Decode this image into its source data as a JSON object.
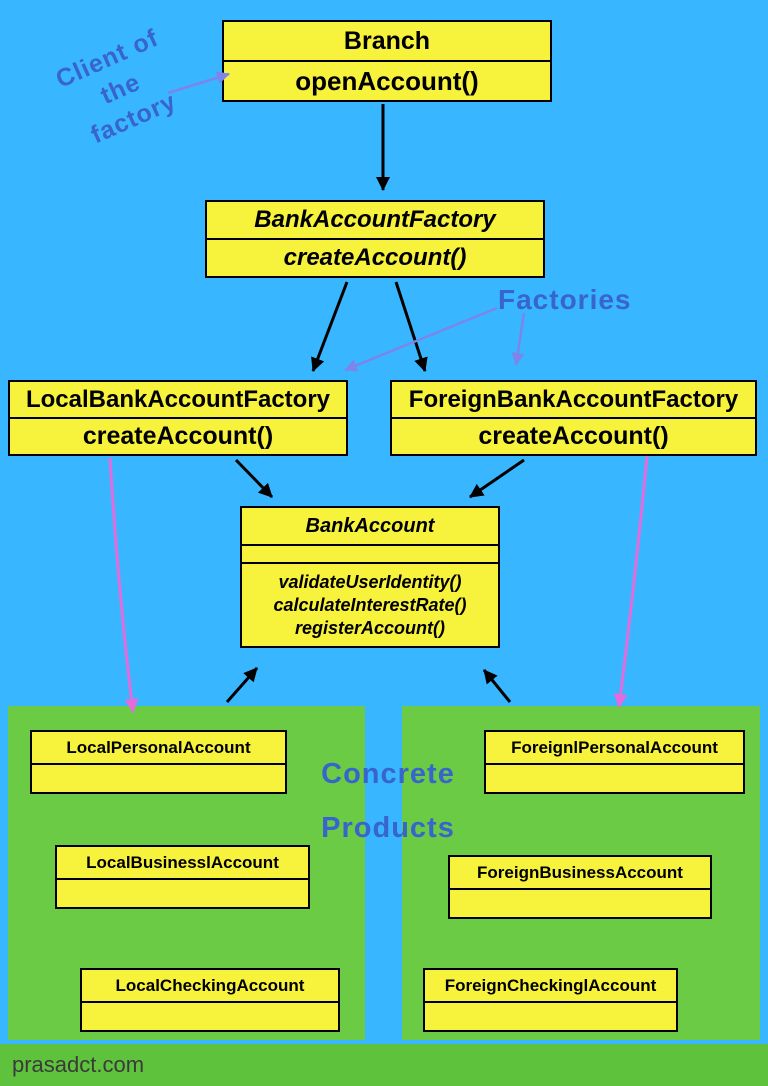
{
  "colors": {
    "background": "#38B6FF",
    "box_yellow": "#F7F23C",
    "panel_green": "#6BCB45",
    "footer_green": "#5EC23C",
    "arrow_black": "#000000",
    "arrow_pink": "#E36BDC",
    "arrow_purple": "#7C85E9",
    "annotation_blue": "#3865CB"
  },
  "annotations": {
    "client_lines": [
      "Client of",
      "the",
      "factory"
    ],
    "factories": "Factories",
    "concrete_lines": [
      "Concrete",
      "Products"
    ]
  },
  "classes": {
    "branch": {
      "title": "Branch",
      "method": "openAccount()"
    },
    "abstract_factory": {
      "title": "BankAccountFactory",
      "method": "createAccount()"
    },
    "local_factory": {
      "title": "LocalBankAccountFactory",
      "method": "createAccount()"
    },
    "foreign_factory": {
      "title": "ForeignBankAccountFactory",
      "method": "createAccount()"
    },
    "bank_account": {
      "title": "BankAccount",
      "methods": [
        "validateUserIdentity()",
        "calculateInterestRate()",
        "registerAccount()"
      ]
    },
    "local_products": [
      "LocalPersonalAccount",
      "LocalBusinesslAccount",
      "LocalCheckingAccount"
    ],
    "foreign_products": [
      "ForeignlPersonalAccount",
      "ForeignBusinessAccount",
      "ForeignCheckinglAccount"
    ]
  },
  "footer": {
    "text": "prasadct.com"
  }
}
